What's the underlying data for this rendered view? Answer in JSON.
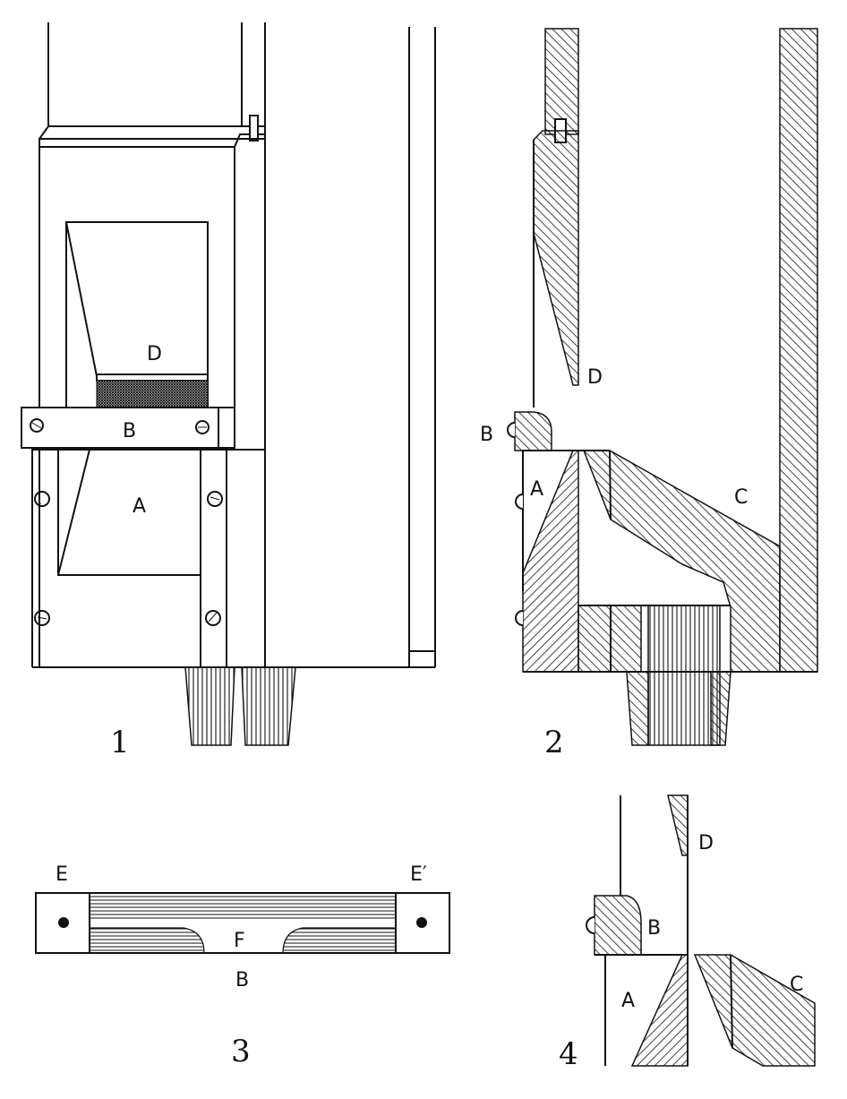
{
  "figure_labels": {
    "fig1_d": "D",
    "fig1_b": "B",
    "fig1_a": "A",
    "fig1_num": "1",
    "fig2_d": "D",
    "fig2_b": "B",
    "fig2_a": "A",
    "fig2_c": "C",
    "fig2_num": "2",
    "fig3_e": "E",
    "fig3_e_prime": "E′",
    "fig3_f": "F",
    "fig3_b": "B",
    "fig3_num": "3",
    "fig4_d": "D",
    "fig4_b": "B",
    "fig4_a": "A",
    "fig4_c": "C",
    "fig4_num": "4"
  }
}
